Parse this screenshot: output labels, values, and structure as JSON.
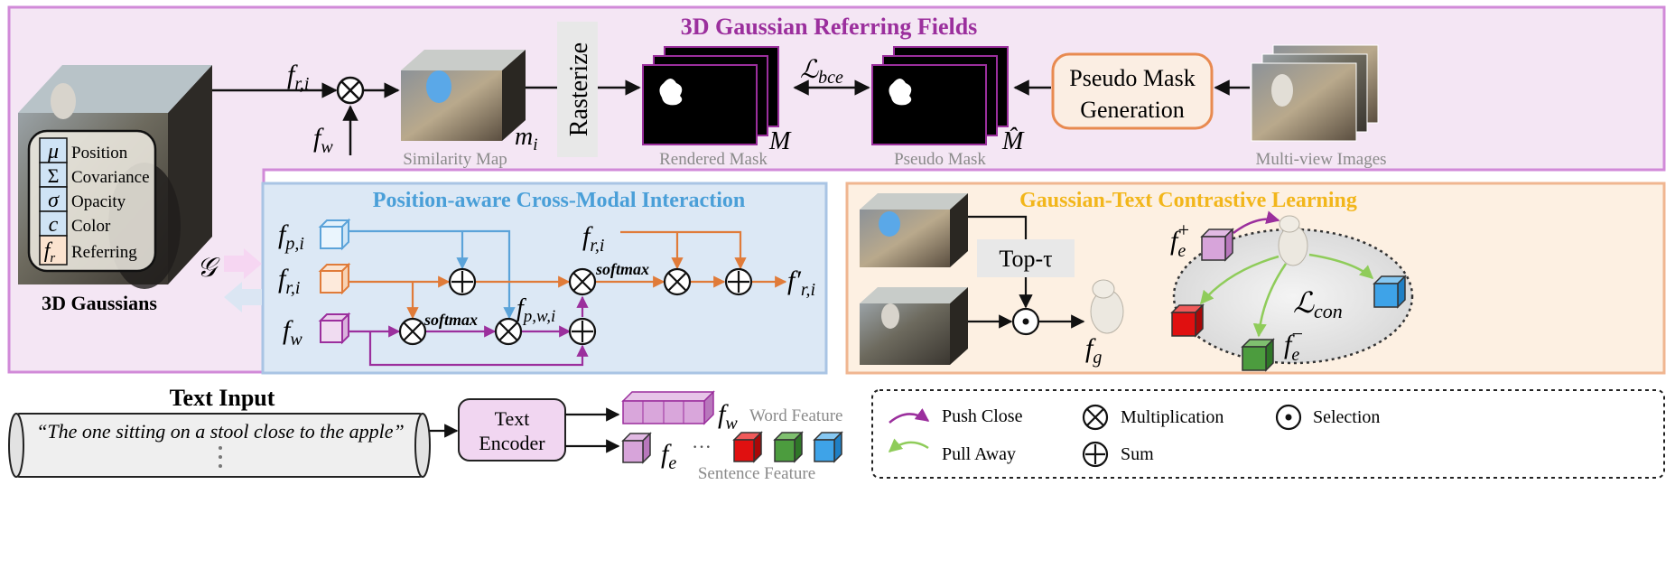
{
  "colors": {
    "pink_panel": "#f4e6f4",
    "pink_border": "#d18ad8",
    "blue_panel": "#dce8f5",
    "blue_border": "#a9c4e4",
    "orange_panel": "#fdf0e2",
    "orange_border": "#f0b690",
    "purple": "#9b2f9d",
    "orange": "#e07b39",
    "blue": "#5ba3d9",
    "green": "#8fcc5a",
    "gold": "#f2b61b",
    "title_blue": "#4a9fd8",
    "title_purple": "#9b2f9d",
    "red": "#e01010",
    "green_cube": "#4c9c3e",
    "blue_cube": "#3ea3e8"
  },
  "referring": {
    "title": "3D Gaussian Referring Fields",
    "f_ri": "f",
    "f_ri_sub": "r,i",
    "f_w": "f",
    "f_w_sub": "w",
    "m_i": "m",
    "m_i_sub": "i",
    "similarity_map": "Similarity Map",
    "rasterize": "Rasterize",
    "rendered_mask": "Rendered Mask",
    "M": "M",
    "L_bce": "ℒ",
    "L_bce_sub": "bce",
    "pseudo_mask": "Pseudo Mask",
    "M_hat": "M̂",
    "pseudo_gen_1": "Pseudo Mask",
    "pseudo_gen_2": "Generation",
    "multiview": "Multi-view Images"
  },
  "gaussians": {
    "title": "3D Gaussians",
    "G": "𝒢",
    "attrs": [
      {
        "symbol": "μ",
        "label": "Position"
      },
      {
        "symbol": "Σ",
        "label": "Covariance"
      },
      {
        "symbol": "σ",
        "label": "Opacity"
      },
      {
        "symbol": "c",
        "label": "Color"
      },
      {
        "symbol": "f",
        "sub": "r",
        "label": "Referring"
      }
    ]
  },
  "interaction": {
    "title": "Position-aware Cross-Modal Interaction",
    "f_pi": "f",
    "f_pi_sub": "p,i",
    "f_ri": "f",
    "f_ri_sub": "r,i",
    "f_w": "f",
    "f_w_sub": "w",
    "softmax_1": "softmax",
    "softmax_2": "softmax",
    "f_pwi": "f",
    "f_pwi_sub": "p,w,i",
    "f_ri_top": "f",
    "f_ri_top_sub": "r,i",
    "f_ri_out": "f′",
    "f_ri_out_sub": "r,i"
  },
  "contrastive": {
    "title": "Gaussian-Text Contrastive Learning",
    "top_tau": "Top-τ",
    "f_g": "f",
    "f_g_sub": "g",
    "f_e_plus": "f",
    "f_e_plus_sub": "e",
    "f_e_plus_sup": "+",
    "f_e_minus": "f",
    "f_e_minus_sub": "e",
    "f_e_minus_sup": "−",
    "L_con": "ℒ",
    "L_con_sub": "con"
  },
  "text": {
    "title": "Text Input",
    "quote": "“The one sitting on a stool close to the apple”",
    "encoder_1": "Text",
    "encoder_2": "Encoder",
    "f_w": "f",
    "f_w_sub": "w",
    "word_feature": "Word Feature",
    "f_e": "f",
    "f_e_sub": "e",
    "dots": "···",
    "sentence_feature": "Sentence Feature"
  },
  "legend": {
    "push": "Push Close",
    "pull": "Pull Away",
    "mult": "Multiplication",
    "sum": "Sum",
    "sel": "Selection"
  }
}
